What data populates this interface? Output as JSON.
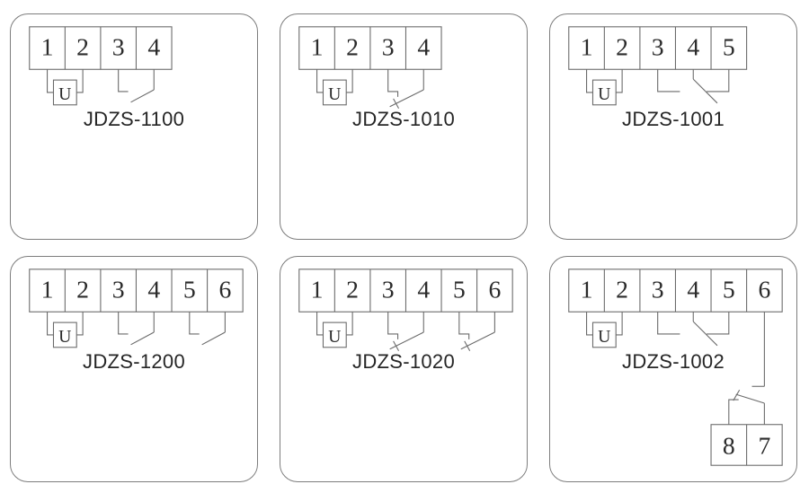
{
  "page": {
    "background": "#ffffff",
    "line_color": "#6a6a6a",
    "panel_border_color": "#7d7d7d",
    "digit_color": "#2b2b2b",
    "label_color": "#262626"
  },
  "panels": [
    {
      "model": "JDZS-1100",
      "terminals": [
        "1",
        "2",
        "3",
        "4"
      ],
      "coil_label": "U",
      "coil_terminals": [
        1,
        2
      ],
      "contacts": [
        {
          "type": "normally-open",
          "between": [
            3,
            4
          ]
        }
      ]
    },
    {
      "model": "JDZS-1010",
      "terminals": [
        "1",
        "2",
        "3",
        "4"
      ],
      "coil_label": "U",
      "coil_terminals": [
        1,
        2
      ],
      "contacts": [
        {
          "type": "normally-closed",
          "between": [
            3,
            4
          ]
        }
      ]
    },
    {
      "model": "JDZS-1001",
      "terminals": [
        "1",
        "2",
        "3",
        "4",
        "5"
      ],
      "coil_label": "U",
      "coil_terminals": [
        1,
        2
      ],
      "contacts": [
        {
          "type": "changeover",
          "between": [
            3,
            4,
            5
          ]
        }
      ]
    },
    {
      "model": "JDZS-1200",
      "terminals": [
        "1",
        "2",
        "3",
        "4",
        "5",
        "6"
      ],
      "coil_label": "U",
      "coil_terminals": [
        1,
        2
      ],
      "contacts": [
        {
          "type": "normally-open",
          "between": [
            3,
            4
          ]
        },
        {
          "type": "normally-open",
          "between": [
            5,
            6
          ]
        }
      ]
    },
    {
      "model": "JDZS-1020",
      "terminals": [
        "1",
        "2",
        "3",
        "4",
        "5",
        "6"
      ],
      "coil_label": "U",
      "coil_terminals": [
        1,
        2
      ],
      "contacts": [
        {
          "type": "normally-closed",
          "between": [
            3,
            4
          ]
        },
        {
          "type": "normally-closed",
          "between": [
            5,
            6
          ]
        }
      ]
    },
    {
      "model": "JDZS-1002",
      "terminals": [
        "1",
        "2",
        "3",
        "4",
        "5",
        "6"
      ],
      "coil_label": "U",
      "coil_terminals": [
        1,
        2
      ],
      "contacts": [
        {
          "type": "changeover",
          "between": [
            3,
            4,
            5
          ]
        }
      ],
      "aux_block": {
        "terminals": [
          "8",
          "7"
        ],
        "contact_type": "normally-closed",
        "fed_from_terminal": 6
      }
    }
  ]
}
